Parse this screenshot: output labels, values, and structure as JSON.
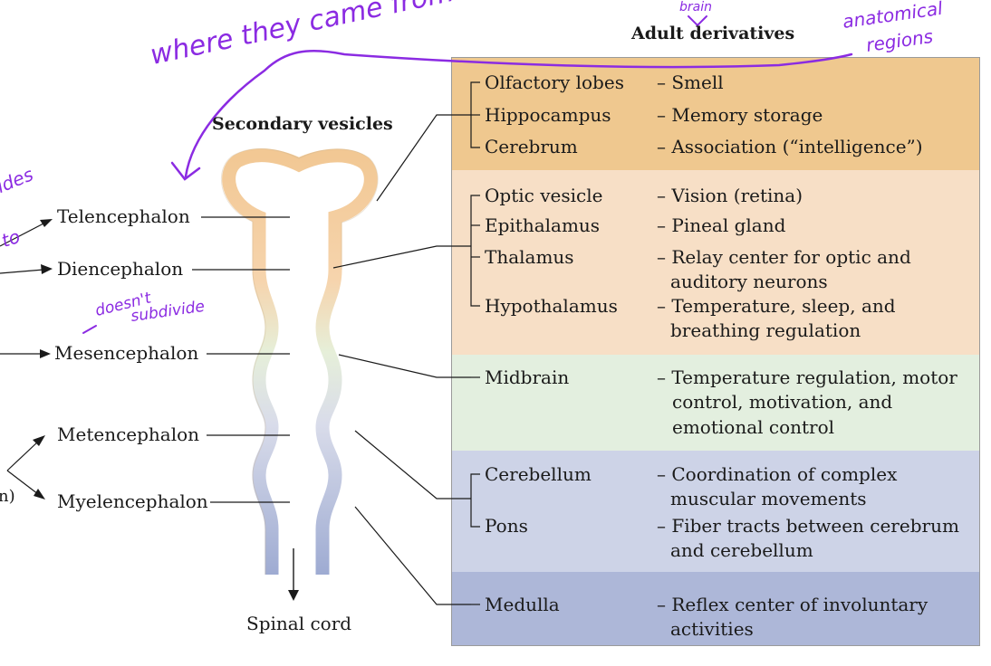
{
  "headings": {
    "secondary_vesicles": "Secondary vesicles",
    "adult_derivatives": "Adult derivatives",
    "spinal_cord": "Spinal cord"
  },
  "vesicles": [
    {
      "name": "Telencephalon"
    },
    {
      "name": "Diencephalon"
    },
    {
      "name": "Mesencephalon"
    },
    {
      "name": "Metencephalon"
    },
    {
      "name": "Myelencephalon"
    }
  ],
  "left_fragment": "n)",
  "bands": [
    {
      "color": "#efc88f",
      "rows": [
        {
          "structure": "Olfactory lobes",
          "function": "– Smell"
        },
        {
          "structure": "Hippocampus",
          "function": "– Memory storage"
        },
        {
          "structure": "Cerebrum",
          "function": "– Association (“intelligence”)"
        }
      ]
    },
    {
      "color": "#f7dfc6",
      "rows": [
        {
          "structure": "Optic vesicle",
          "function": "– Vision (retina)"
        },
        {
          "structure": "Epithalamus",
          "function": "– Pineal gland"
        },
        {
          "structure": "Thalamus",
          "function": "– Relay center for optic and",
          "function2": "auditory neurons"
        },
        {
          "structure": "Hypothalamus",
          "function": "– Temperature, sleep, and",
          "function2": "breathing regulation"
        }
      ]
    },
    {
      "color": "#e3efdf",
      "rows": [
        {
          "structure": "Midbrain",
          "function": "– Temperature regulation, motor",
          "function2": "control, motivation, and",
          "function3": "emotional control"
        }
      ]
    },
    {
      "color": "#cdd3e7",
      "rows": [
        {
          "structure": "Cerebellum",
          "function": "– Coordination of complex",
          "function2": "muscular movements"
        },
        {
          "structure": "Pons",
          "function": "– Fiber tracts between cerebrum",
          "function2": "and cerebellum"
        }
      ]
    },
    {
      "color": "#adb7d8",
      "rows": [
        {
          "structure": "Medulla",
          "function": "– Reflex center of involuntary",
          "function2": "activities"
        }
      ]
    }
  ],
  "annotations": {
    "where_from": "where they came from",
    "brain": "brain",
    "anatomical_1": "anatomical",
    "anatomical_2": "regions",
    "divides_1": "ides",
    "divides_2": "to",
    "doesnt_1": "doesn't",
    "doesnt_2": "subdivide"
  },
  "colors": {
    "ink": "#8b2be2",
    "line": "#1a1a1a",
    "tube_top": "#f2c894",
    "tube_mid": "#e6efd9",
    "tube_bottom": "#9eabd2"
  }
}
